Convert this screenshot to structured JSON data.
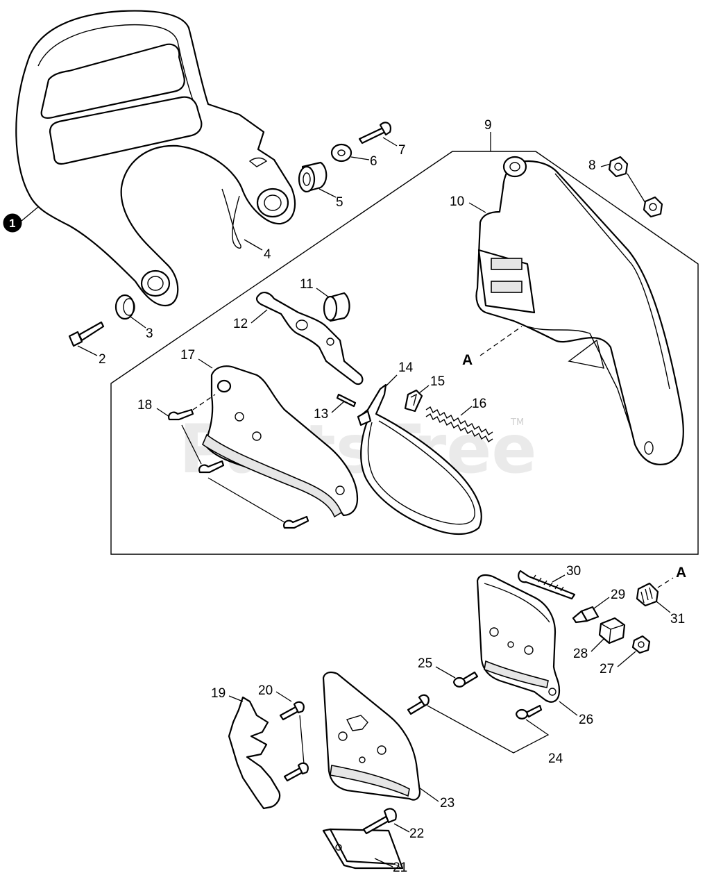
{
  "diagram": {
    "watermark": "PartsTree",
    "trademark": "TM",
    "reference_marker": "A",
    "callouts": {
      "c1": "1",
      "c2": "2",
      "c3": "3",
      "c4": "4",
      "c5": "5",
      "c6": "6",
      "c7": "7",
      "c8": "8",
      "c9": "9",
      "c10": "10",
      "c11": "11",
      "c12": "12",
      "c13": "13",
      "c14": "14",
      "c15": "15",
      "c16": "16",
      "c17": "17",
      "c18": "18",
      "c19": "19",
      "c20": "20",
      "c21": "21",
      "c22": "22",
      "c23": "23",
      "c24": "24",
      "c25": "25",
      "c26": "26",
      "c27": "27",
      "c28": "28",
      "c29": "29",
      "c30": "30",
      "c31": "31"
    }
  }
}
